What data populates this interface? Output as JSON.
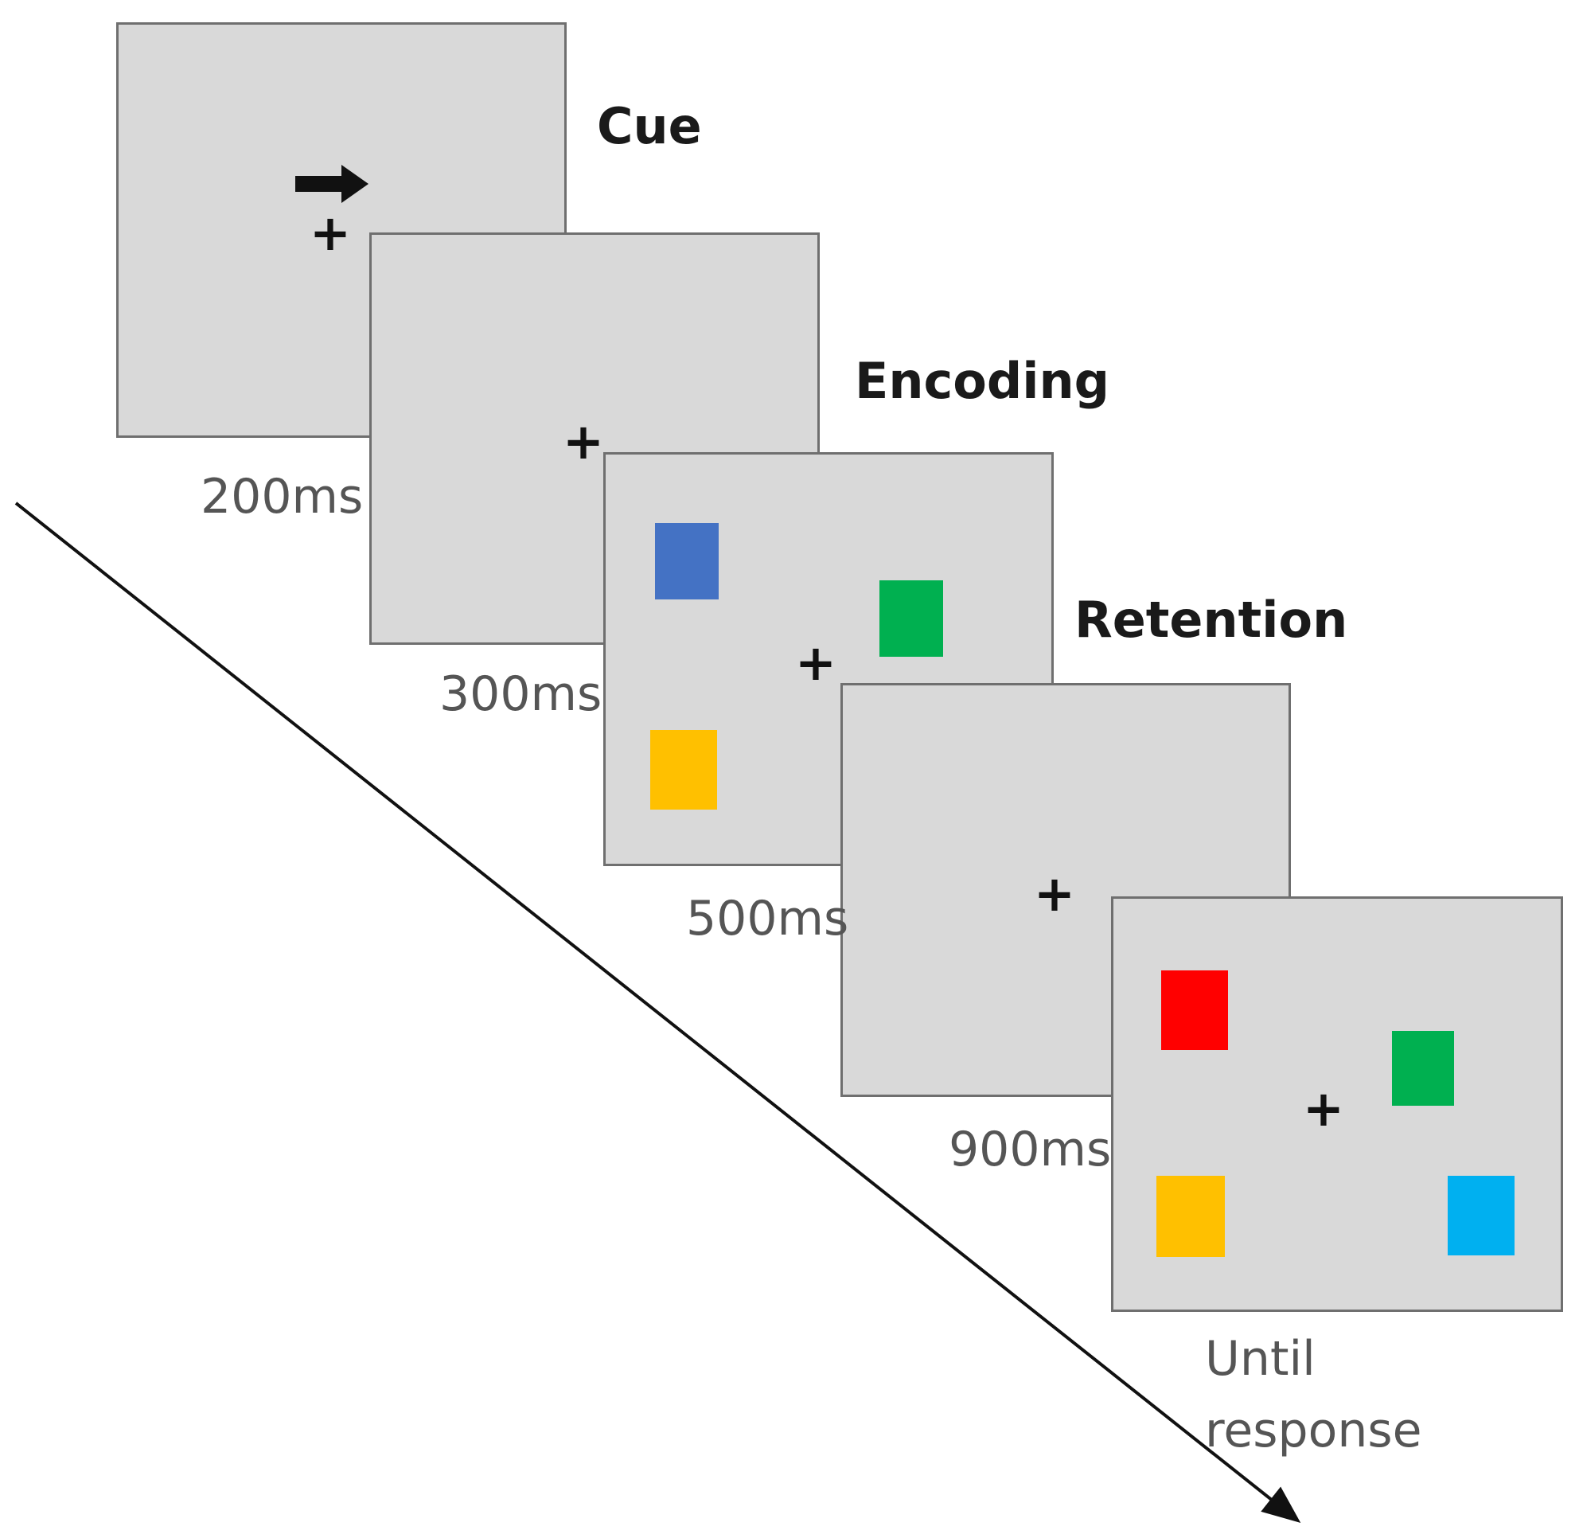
{
  "stages": [
    {
      "label": "Cue",
      "duration": "200ms"
    },
    {
      "label": "Encoding",
      "duration": "300ms"
    },
    {
      "label": "Retention",
      "duration": "500ms"
    },
    {
      "label": "",
      "duration": "900ms"
    },
    {
      "label": "",
      "duration": "Until\nresponse"
    }
  ],
  "fixation_symbol": "+",
  "colors": {
    "screen_bg": "#d9d9d9",
    "blue": "#4472c4",
    "green": "#00b050",
    "yellow": "#ffc000",
    "red": "#ff0000",
    "light_blue": "#00b0f0"
  }
}
